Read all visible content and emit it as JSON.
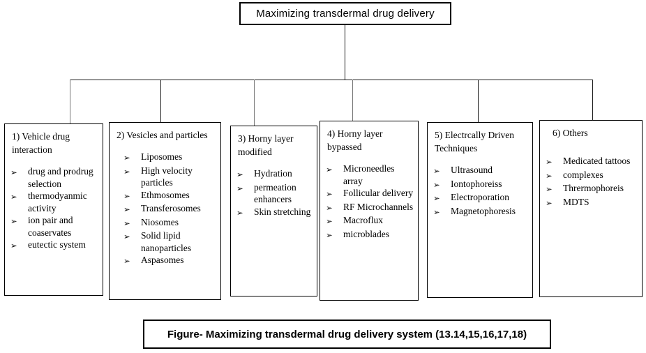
{
  "title": "Maximizing  transdermal drug delivery",
  "bullet_icon": "➢",
  "caption": "Figure- Maximizing transdermal drug delivery system (13.14,15,16,17,18)",
  "colors": {
    "line": "#000000",
    "text": "#000000",
    "background": "#ffffff"
  },
  "branches": [
    {
      "heading": "1)  Vehicle drug interaction",
      "items": [
        "drug and prodrug selection",
        "thermodyanmic activity",
        "ion pair and coaservates",
        "eutectic system"
      ]
    },
    {
      "heading": "2)  Vesicles and particles",
      "items": [
        "Liposomes",
        "High velocity particles",
        "Ethmosomes",
        "Transferosomes",
        "Niosomes",
        "Solid lipid nanoparticles",
        "Aspasomes"
      ]
    },
    {
      "heading": "3) Horny layer modified",
      "items": [
        "Hydration",
        "permeation enhancers",
        "Skin stretching"
      ]
    },
    {
      "heading": "4) Horny layer bypassed",
      "items": [
        "Microneedles array",
        "Follicular delivery",
        "RF Microchannels",
        "Macroflux",
        "microblades"
      ]
    },
    {
      "heading": "5) Electrcally Driven Techniques",
      "items": [
        "Ultrasound",
        "Iontophoreiss",
        "Electroporation",
        "Magnetophoresis"
      ]
    },
    {
      "heading": "6) Others",
      "items": [
        "Medicated tattoos",
        "complexes",
        "Thrermophoreis",
        "MDTS"
      ]
    }
  ]
}
